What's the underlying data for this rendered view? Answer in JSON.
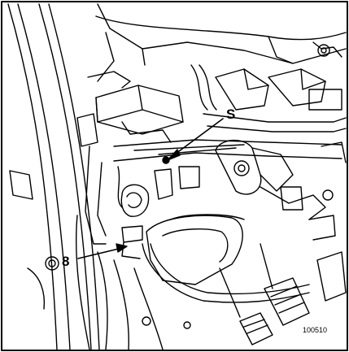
{
  "callouts": {
    "s_label": "S",
    "eight_label": "8"
  },
  "figure_ref": "100510",
  "colors": {
    "line": "#000000",
    "background": "#ffffff"
  }
}
